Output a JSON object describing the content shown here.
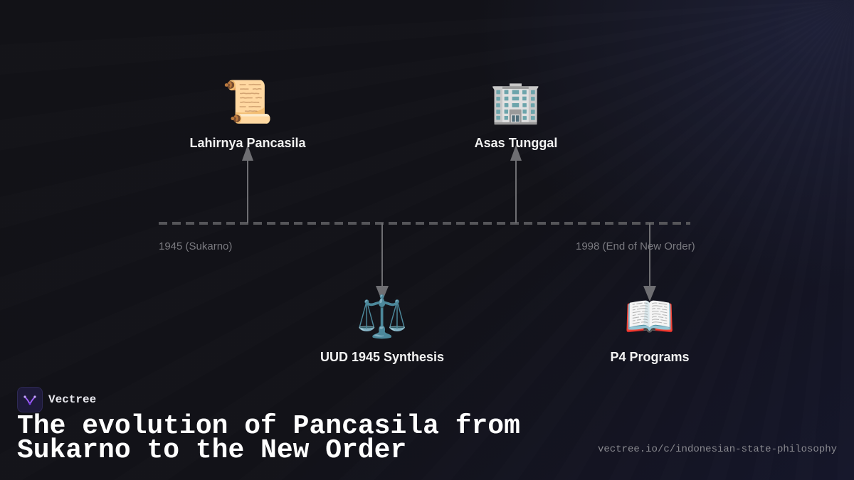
{
  "timeline": {
    "start_label": "1945 (Sukarno)",
    "end_label": "1998 (End of New Order)",
    "events": [
      {
        "id": "lahirnya",
        "label": "Lahirnya Pancasila",
        "icon": "scroll-icon",
        "glyph": "📜",
        "side": "above"
      },
      {
        "id": "uud",
        "label": "UUD 1945 Synthesis",
        "icon": "scales-icon",
        "glyph": "⚖️",
        "side": "below"
      },
      {
        "id": "asas",
        "label": "Asas Tunggal",
        "icon": "office-building-icon",
        "glyph": "🏢",
        "side": "above"
      },
      {
        "id": "p4",
        "label": "P4 Programs",
        "icon": "open-book-icon",
        "glyph": "📖",
        "side": "below"
      }
    ]
  },
  "footer": {
    "brand": "Vectree",
    "title": "The evolution of Pancasila from Sukarno to the New Order",
    "url": "vectree.io/c/indonesian-state-philosophy"
  },
  "colors": {
    "background": "#111116",
    "line": "#5a5a5e",
    "arrow": "#6e6e72",
    "label": "#f2f2f2",
    "muted": "#7a7a80",
    "brand_accent": "#9b5cf6"
  }
}
